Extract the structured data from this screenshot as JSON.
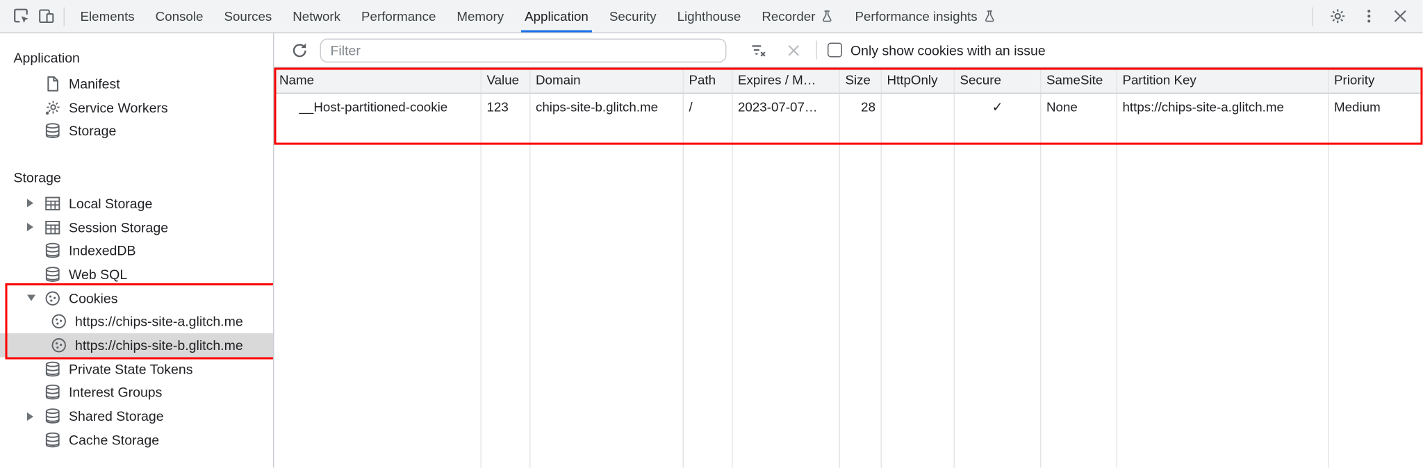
{
  "colors": {
    "accent_blue": "#1a73e8",
    "annotation_red": "#fb0000",
    "toolbar_bg": "#f1f3f4",
    "icon_gray": "#5f6368",
    "text_primary": "#202124",
    "selected_item_bg": "#d9d9d9"
  },
  "top_bar": {
    "tabs": [
      {
        "label": "Elements"
      },
      {
        "label": "Console"
      },
      {
        "label": "Sources"
      },
      {
        "label": "Network"
      },
      {
        "label": "Performance"
      },
      {
        "label": "Memory"
      },
      {
        "label": "Application",
        "selected": true
      },
      {
        "label": "Security"
      },
      {
        "label": "Lighthouse"
      },
      {
        "label": "Recorder",
        "flask": true
      },
      {
        "label": "Performance insights",
        "flask": true
      }
    ]
  },
  "sidebar": {
    "sections": [
      {
        "title": "Application",
        "items": [
          {
            "label": "Manifest"
          },
          {
            "label": "Service Workers"
          },
          {
            "label": "Storage"
          }
        ]
      },
      {
        "title": "Storage",
        "items": [
          {
            "label": "Local Storage"
          },
          {
            "label": "Session Storage"
          },
          {
            "label": "IndexedDB"
          },
          {
            "label": "Web SQL"
          },
          {
            "label": "Cookies"
          },
          {
            "label": "https://chips-site-a.glitch.me"
          },
          {
            "label": "https://chips-site-b.glitch.me"
          },
          {
            "label": "Private State Tokens"
          },
          {
            "label": "Interest Groups"
          },
          {
            "label": "Shared Storage"
          },
          {
            "label": "Cache Storage"
          }
        ]
      }
    ]
  },
  "cookies_toolbar": {
    "filter_placeholder": "Filter",
    "issue_checkbox_label": "Only show cookies with an issue",
    "issue_checkbox_checked": false
  },
  "cookie_table": {
    "columns": [
      "Name",
      "Value",
      "Domain",
      "Path",
      "Expires / M…",
      "Size",
      "HttpOnly",
      "Secure",
      "SameSite",
      "Partition Key",
      "Priority"
    ],
    "row": {
      "name": "__Host-partitioned-cookie",
      "value": "123",
      "domain": "chips-site-b.glitch.me",
      "path": "/",
      "expires": "2023-07-07…",
      "size": "28",
      "http_only": "",
      "secure": "✓",
      "same_site": "None",
      "partition_key": "https://chips-site-a.glitch.me",
      "priority": "Medium"
    }
  }
}
